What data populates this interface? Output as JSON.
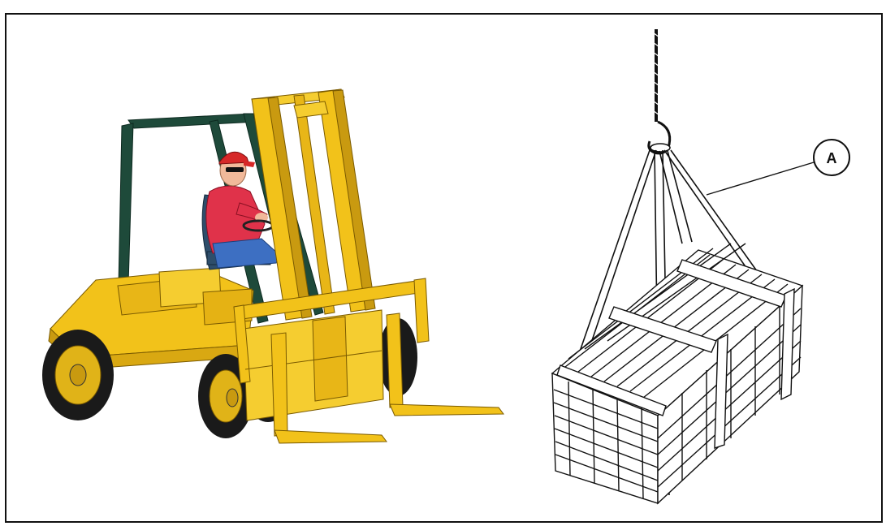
{
  "figure": {
    "callouts": [
      {
        "label": "A"
      }
    ]
  },
  "colors": {
    "forklift_body": "#F2C21A",
    "forklift_shadow": "#C99A10",
    "overhead_guard": "#1E4A3A",
    "tire": "#1a1a1a",
    "operator_shirt": "#E0324A",
    "operator_cap": "#D62828",
    "operator_pants": "#3D6FC2",
    "seat": "#2E4E6B",
    "line_art": "#111111"
  },
  "icons": {
    "left": "forklift-with-operator",
    "right": "crane-hook-with-sling-lifting-lumber-bundle"
  }
}
